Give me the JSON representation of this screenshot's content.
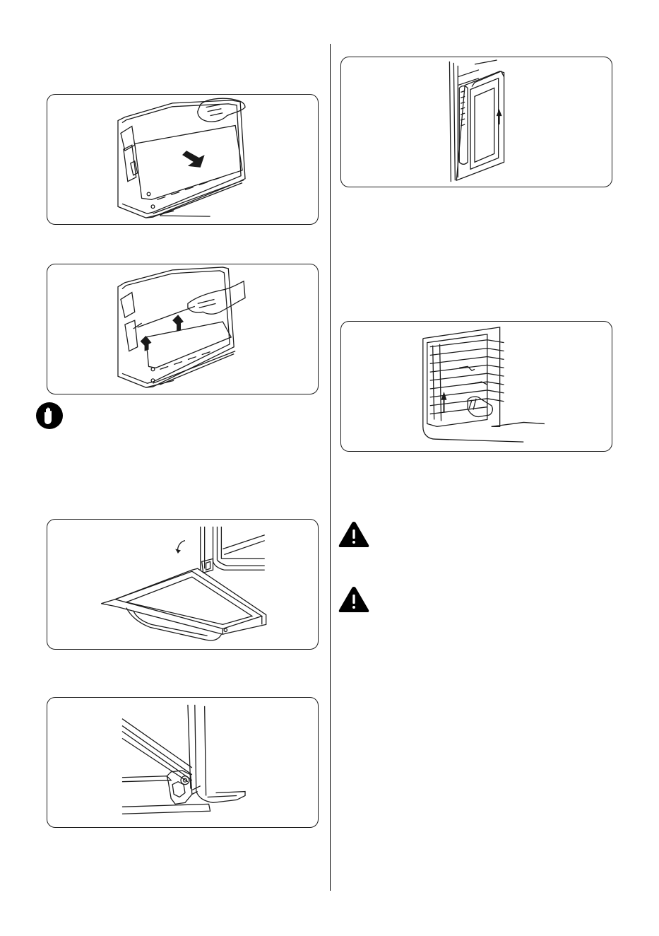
{
  "page": {
    "figures": [
      {
        "id": "fig-1",
        "icon": "oven-door-glass-remove-illustration"
      },
      {
        "id": "fig-2",
        "icon": "oven-door-glass-lift-illustration"
      },
      {
        "id": "fig-3",
        "icon": "oven-door-open-hinge-illustration"
      },
      {
        "id": "fig-4",
        "icon": "oven-hinge-detail-illustration"
      },
      {
        "id": "fig-5",
        "icon": "oven-door-side-lift-illustration"
      },
      {
        "id": "fig-6",
        "icon": "oven-rack-support-remove-illustration"
      }
    ],
    "notices": [
      {
        "id": "important-icon",
        "type": "hand-stop-icon"
      },
      {
        "id": "warning-icon-1",
        "type": "warning-triangle-icon"
      },
      {
        "id": "warning-icon-2",
        "type": "warning-triangle-icon"
      }
    ]
  },
  "colors": {
    "line": "#1a1a1a",
    "fill": "#000000",
    "background": "#ffffff"
  }
}
